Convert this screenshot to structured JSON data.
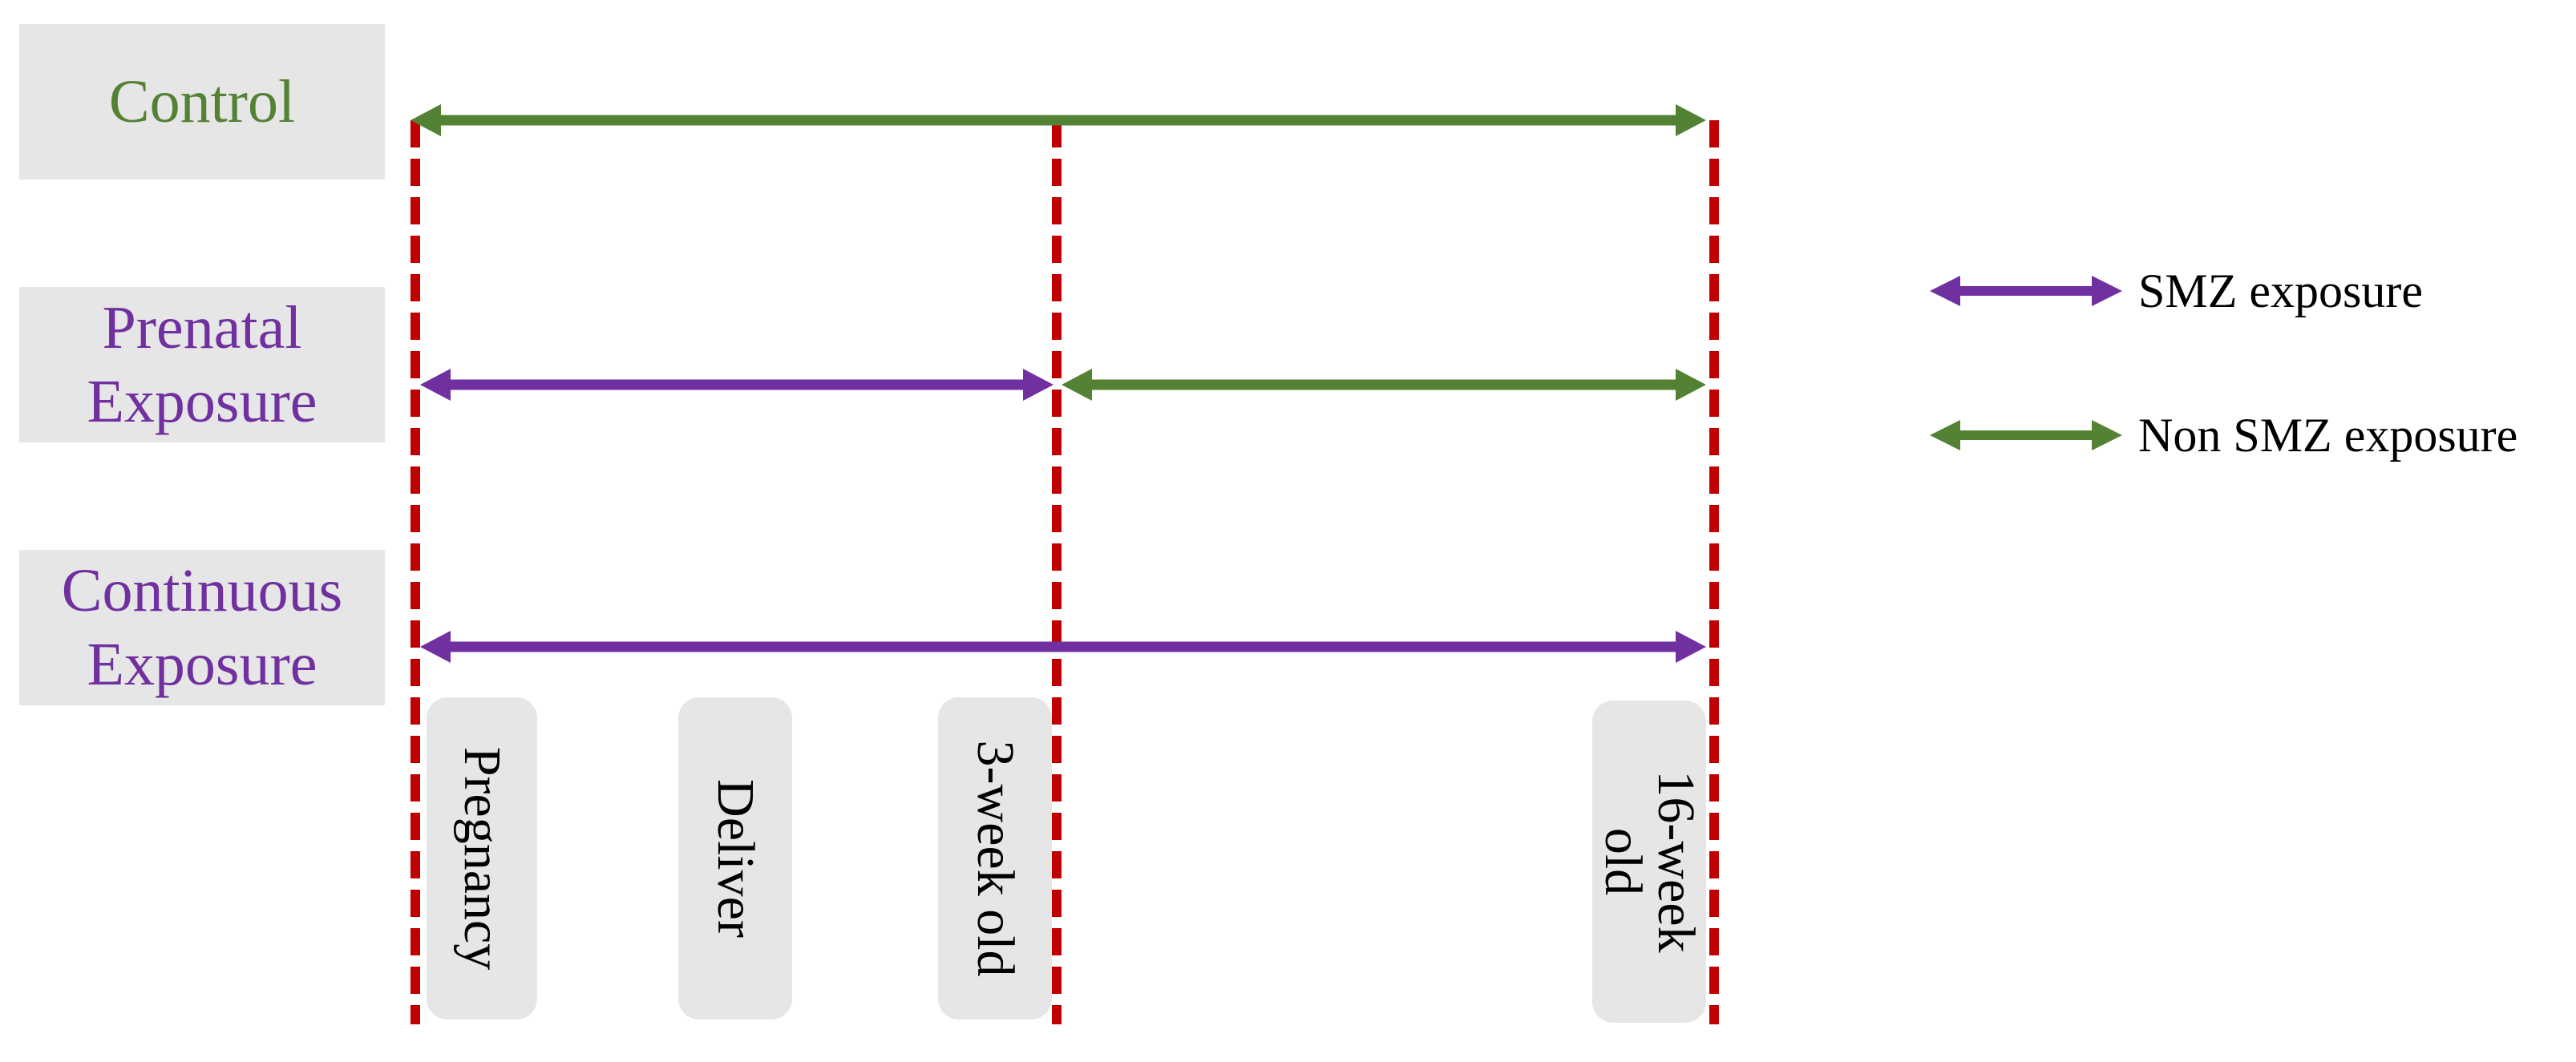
{
  "groups": {
    "control": "Control",
    "prenatal": [
      "Prenatal",
      "Exposure"
    ],
    "continuous": [
      "Continuous",
      "Exposure"
    ]
  },
  "timepoints": {
    "pregnancy": "Pregnancy",
    "deliver": "Deliver",
    "three_week": "3-week old",
    "sixteen_week": "16-week old"
  },
  "legend": {
    "smz": "SMZ exposure",
    "non_smz": "Non SMZ exposure"
  },
  "colors": {
    "smz": "#7030a0",
    "non_smz": "#548235",
    "marker_line": "#c00000",
    "box_fill": "#e6e6e6"
  }
}
